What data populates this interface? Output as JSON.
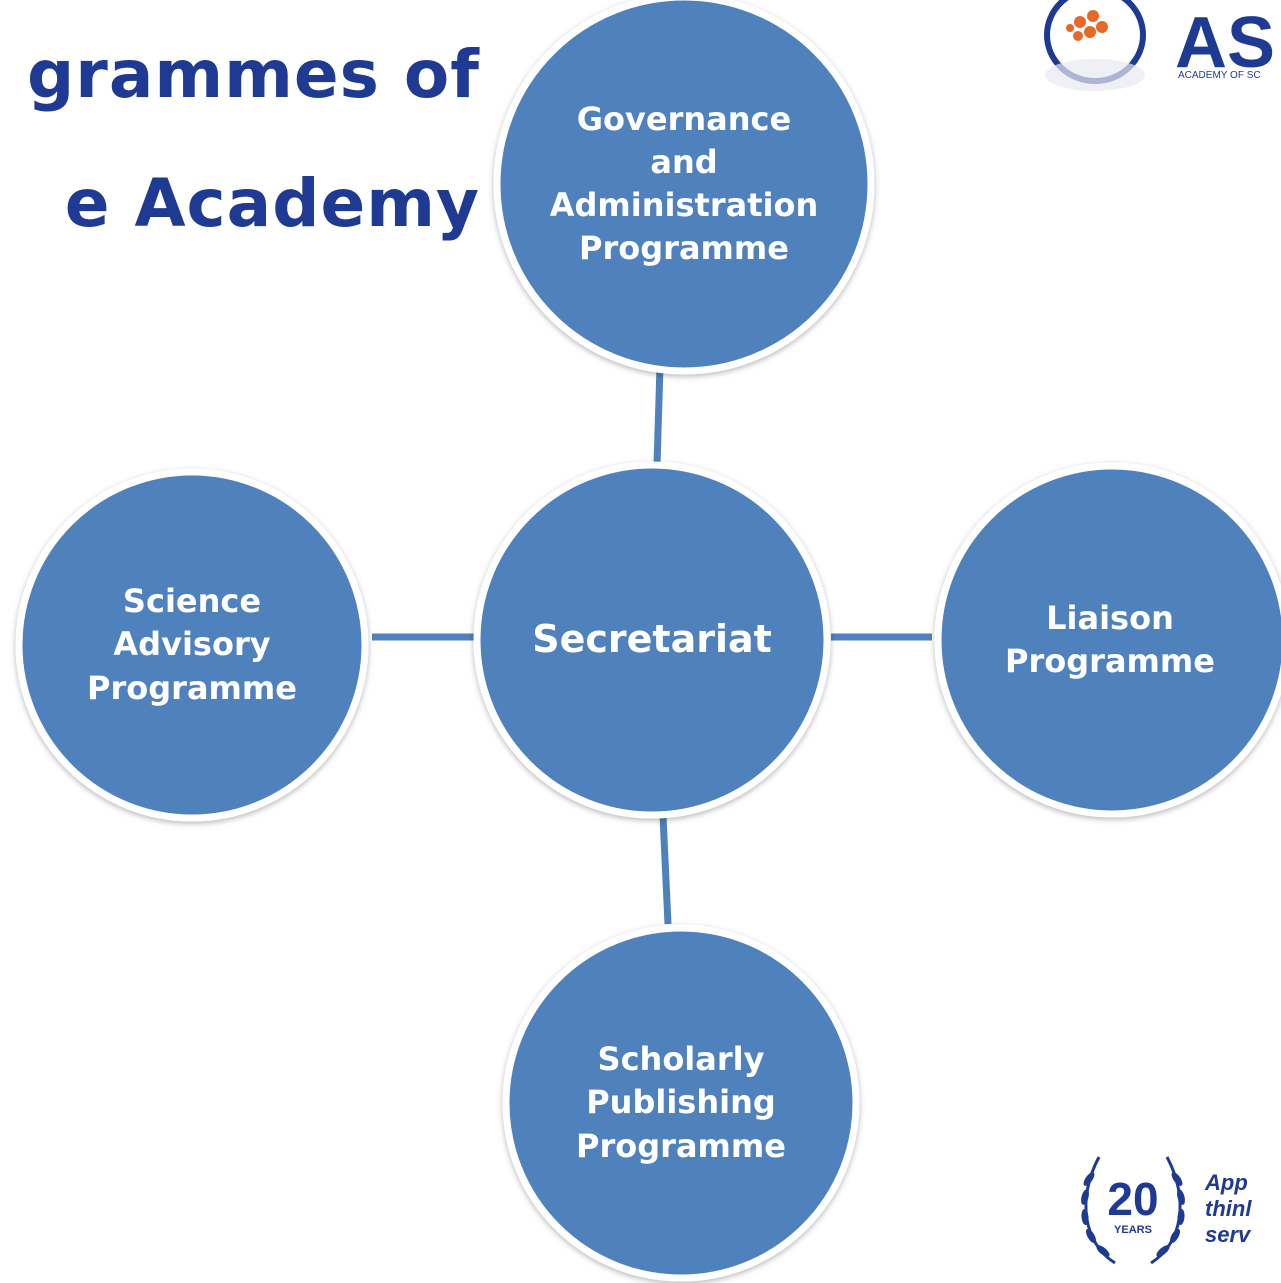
{
  "title": {
    "line1": "grammes of",
    "line2": "e Academy"
  },
  "nodes": {
    "center": "Secretariat",
    "top": "Governance\nand\nAdministration\nProgramme",
    "left": "Science\nAdvisory\nProgramme",
    "right": "Liaison\nProgramme",
    "bottom": "Scholarly\nPublishing\nProgramme"
  },
  "logo": {
    "letters": "AS",
    "subtitle": "ACADEMY OF SC"
  },
  "badge": {
    "number": "20",
    "label": "YEARS",
    "tagline": "App\nthinl\nserv"
  },
  "colors": {
    "node_fill": "#4f81bd",
    "node_outline": "#ffffff",
    "connector": "#4f81bd",
    "title": "#1f3a93",
    "logo_dots": "#e8682a"
  }
}
